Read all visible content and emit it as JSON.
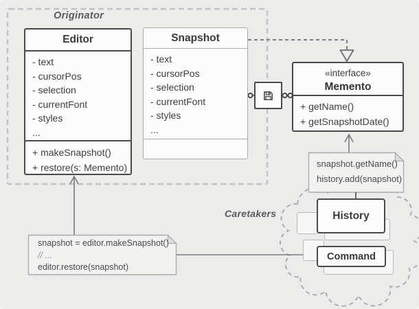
{
  "diagram": {
    "title_labels": {
      "originator": "Originator",
      "caretakers": "Caretakers"
    },
    "editor": {
      "title": "Editor",
      "fields": [
        "- text",
        "- cursorPos",
        "- selection",
        "- currentFont",
        "- styles",
        "..."
      ],
      "methods": [
        "+ makeSnapshot()",
        "+ restore(s: Memento)"
      ]
    },
    "snapshot": {
      "title": "Snapshot",
      "fields": [
        "- text",
        "- cursorPos",
        "- selection",
        "- currentFont",
        "- styles",
        "..."
      ]
    },
    "memento": {
      "stereotype": "«interface»",
      "title": "Memento",
      "methods": [
        "+ getName()",
        "+ getSnapshotDate()"
      ]
    },
    "history": {
      "title": "History"
    },
    "command": {
      "title": "Command"
    },
    "note_memento": {
      "lines": [
        "snapshot.getName()",
        "history.add(snapshot)"
      ]
    },
    "note_editor": {
      "lines": [
        "snapshot = editor.makeSnapshot()",
        "// ...",
        "editor.restore(snapshot)"
      ]
    },
    "icons": {
      "floppy": "floppy-disk-save-icon"
    },
    "colors": {
      "background": "#ECECEA",
      "box_fill": "#FCFCFC",
      "dark_border": "#4A4A4A",
      "light_border": "#A9A9A9",
      "dashed_region": "#C2C2C2",
      "connector_line": "#7A7A7A",
      "note_fill": "#F2F2F0",
      "text": "#3E3E3E",
      "muted_text": "#8D8D8D",
      "label_text": "#5A5A5A"
    }
  }
}
